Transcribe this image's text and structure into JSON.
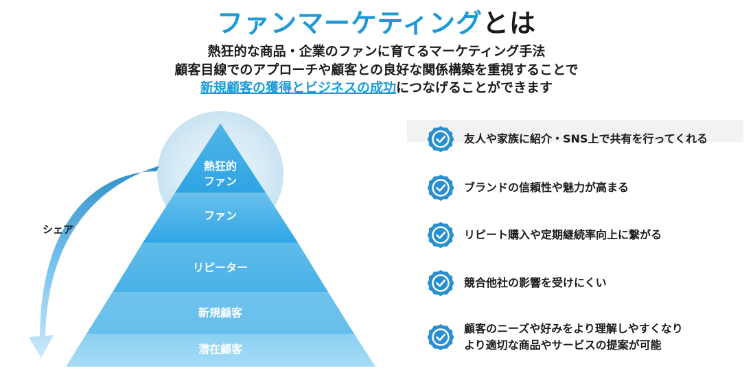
{
  "header": {
    "title_accent": "ファンマーケティング",
    "title_rest": "とは",
    "line1": "熱狂的な商品・企業のファンに育てるマーケティング手法",
    "line2": "顧客目線でのアプローチや顧客との良好な関係構築を重視することで",
    "line3_emphasis": "新規顧客の獲得とビジネスの成功",
    "line3_rest": "につなげることができます"
  },
  "pyramid": {
    "layers": [
      {
        "line1": "熱狂的",
        "line2": "ファン"
      },
      {
        "label": "ファン"
      },
      {
        "label": "リピーター"
      },
      {
        "label": "新規顧客"
      },
      {
        "label": "潜在顧客"
      }
    ],
    "share_label": "シェア"
  },
  "benefits": [
    {
      "icon": "check-badge-icon",
      "lines": [
        "友人や家族に紹介・SNS上で共有を行ってくれる"
      ]
    },
    {
      "icon": "check-badge-icon",
      "lines": [
        "ブランドの信頼性や魅力が高まる"
      ]
    },
    {
      "icon": "check-badge-icon",
      "lines": [
        "リピート購入や定期継続率向上に繋がる"
      ]
    },
    {
      "icon": "check-badge-icon",
      "lines": [
        "競合他社の影響を受けにくい"
      ]
    },
    {
      "icon": "check-badge-icon",
      "lines": [
        "顧客のニーズや好みをより理解しやすくなり",
        "より適切な商品やサービスの提案が可能"
      ]
    }
  ],
  "colors": {
    "accent": "#1d9ad6",
    "badge": "#2a8fd0",
    "layer_top": "#3aa6e0",
    "layer_bottom": "#8ed0f2"
  }
}
